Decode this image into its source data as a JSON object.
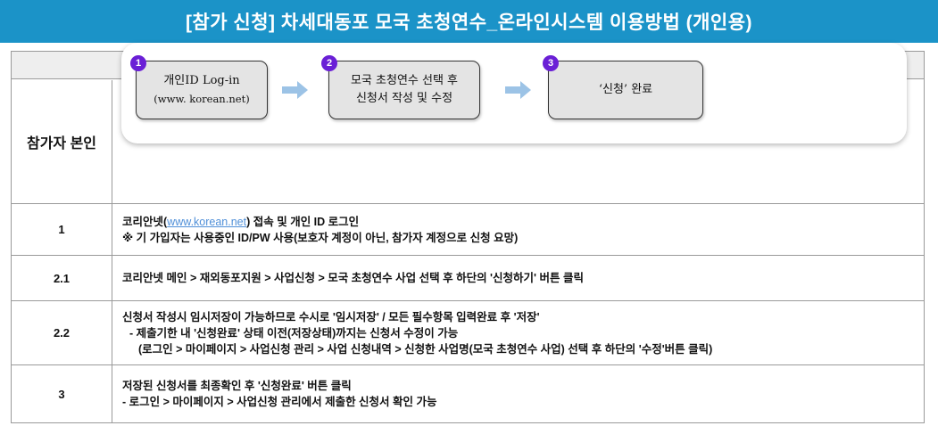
{
  "banner": {
    "title": "[참가 신청] 차세대동포 모국 초청연수_온라인시스템 이용방법 (개인용)"
  },
  "participant_row": {
    "label": "참가자 본인",
    "steps": [
      {
        "number": "1",
        "line1": "개인ID Log-in",
        "line2": "(www. korean.net)"
      },
      {
        "number": "2",
        "line1": "모국 초청연수 선택 후",
        "line2": "신청서 작성  및 수정"
      },
      {
        "number": "3",
        "line1": "‘신청’ 완료",
        "line2": ""
      }
    ]
  },
  "rows": [
    {
      "id": "1",
      "lines": {
        "l1_pre": "코리안넷(",
        "l1_link": "www.korean.net",
        "l1_post": ") 접속 및 개인 ID 로그인",
        "l2": "※ 기 가입자는 사용중인 ID/PW 사용(보호자 계정이 아닌, 참가자 계정으로 신청 요망)"
      }
    },
    {
      "id": "2.1",
      "lines": {
        "l1": "코리안넷 메인 > 재외동포지원 > 사업신청 > 모국 초청연수 사업 선택 후 하단의 '신청하기' 버튼 클릭"
      }
    },
    {
      "id": "2.2",
      "lines": {
        "l1": "신청서 작성시 임시저장이 가능하므로 수시로 '임시저장' / 모든 필수항목 입력완료 후 '저장'",
        "l2": "- 제출기한 내 '신청완료' 상태 이전(저장상태)까지는 신청서 수정이 가능",
        "l3": "(로그인 > 마이페이지 > 사업신청 관리 > 사업 신청내역 > 신청한 사업명(모국 초청연수 사업) 선택 후 하단의 '수정'버튼 클릭)"
      }
    },
    {
      "id": "3",
      "lines": {
        "l1": "저장된 신청서를 최종확인 후 '신청완료' 버튼 클릭",
        "l2": "- 로그인 > 마이페이지 > 사업신청 관리에서 제출한 신청서 확인 가능"
      }
    }
  ],
  "colors": {
    "banner": "#1b93c8",
    "step_badge": "#6a1fd6",
    "arrow": "#9cc3e6",
    "link": "#4f8fd8"
  }
}
